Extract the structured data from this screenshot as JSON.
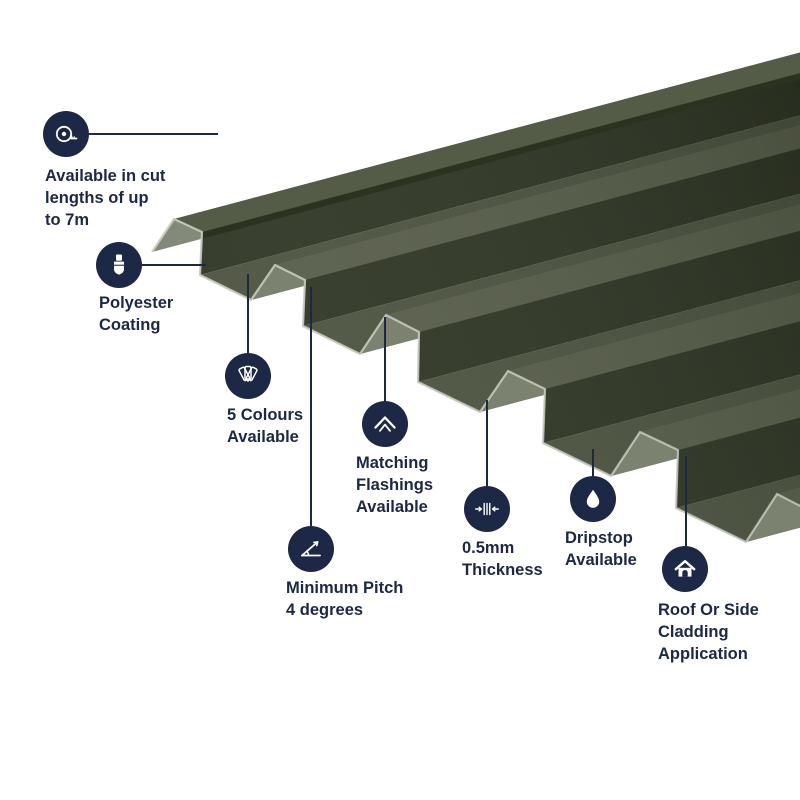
{
  "colors": {
    "accent": "#1d2746",
    "sheet-pan": "#49503c",
    "sheet-top": "#545b46",
    "sheet-light": "#7b8270",
    "sheet-dark": "#2b3220",
    "sheet-edge": "#c6cabf"
  },
  "callouts": [
    {
      "id": "cut-lengths",
      "icon": "tape-measure-icon",
      "label": "Available in cut\nlengths of up\nto 7m"
    },
    {
      "id": "polyester-coating",
      "icon": "paintbrush-icon",
      "label": "Polyester\nCoating"
    },
    {
      "id": "five-colours",
      "icon": "colour-swatches-icon",
      "label": "5 Colours\nAvailable"
    },
    {
      "id": "matching-flashings",
      "icon": "flashing-icon",
      "label": "Matching\nFlashings\nAvailable"
    },
    {
      "id": "minimum-pitch",
      "icon": "pitch-angle-icon",
      "label": "Minimum Pitch\n4 degrees"
    },
    {
      "id": "thickness",
      "icon": "thickness-icon",
      "label": "0.5mm\nThickness"
    },
    {
      "id": "dripstop",
      "icon": "droplet-icon",
      "label": "Dripstop\nAvailable"
    },
    {
      "id": "cladding",
      "icon": "house-icon",
      "label": "Roof Or Side\nCladding\nApplication"
    }
  ]
}
